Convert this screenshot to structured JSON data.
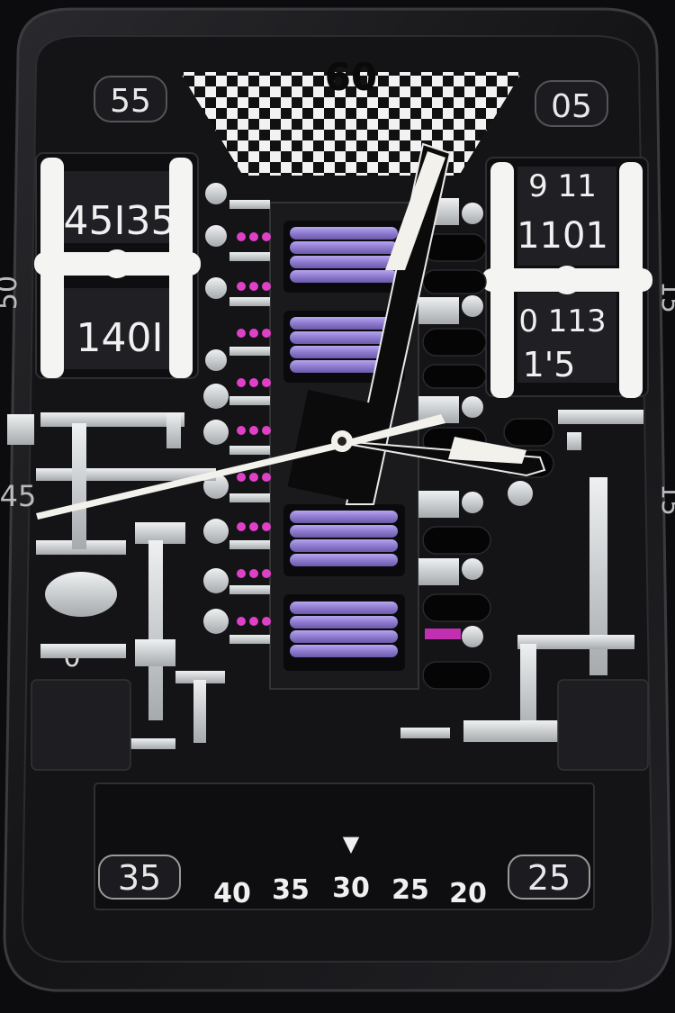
{
  "dial": {
    "top_center": "60",
    "top_left": "55",
    "top_right": "05",
    "left_mid_upper": "50",
    "left_mid_lower": "45",
    "left_low": "0",
    "right_mid_upper": "15",
    "right_mid_lower": "15",
    "bottom_left_window": "35",
    "bottom_right_window": "25",
    "bottom_scale": [
      "40",
      "35",
      "30",
      "25",
      "20"
    ],
    "bottom_pointer": "▼"
  },
  "left_gear": {
    "top_label": "45I35",
    "bottom_label": "140I"
  },
  "right_gear": {
    "top_row": "9 11",
    "mid_row": "1101",
    "low_row": "0 113",
    "bottom_row": "1'5"
  },
  "colors": {
    "coil_purple": "#9a86d6",
    "jewel_pink": "#e040c8",
    "steel": "#cfd2d4",
    "lume": "#f3f1ec",
    "case": "#111114"
  }
}
